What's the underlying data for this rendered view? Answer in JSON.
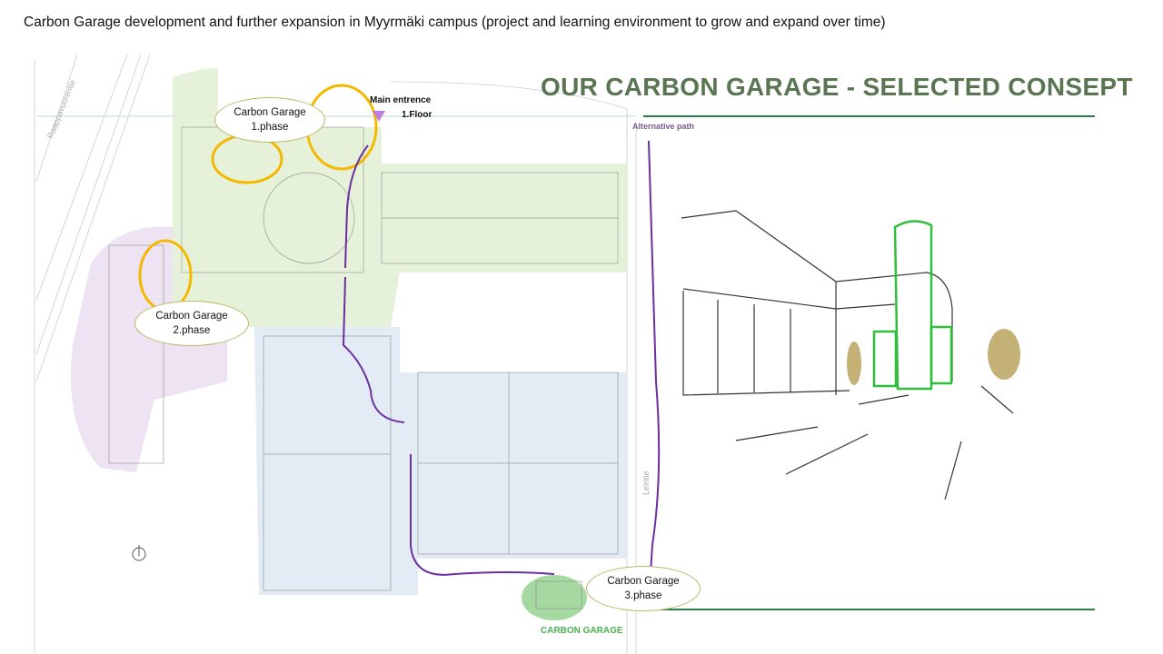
{
  "slide_title": "Carbon Garage development and further expansion in Myyrmäki campus (project and learning environment to grow and expand over time)",
  "concept_title": "OUR CARBON GARAGE - SELECTED CONSEPT",
  "plan": {
    "main_entrance": "Main entrence",
    "floor": "1.Floor",
    "alternative_path": "Alternative path",
    "carbon_garage_label": "CARBON GARAGE",
    "streets": [
      "Raappavuorentie",
      "Leiritie"
    ]
  },
  "callouts": [
    {
      "line1": "Carbon Garage",
      "line2": "1.phase"
    },
    {
      "line1": "Carbon Garage",
      "line2": "2.phase"
    },
    {
      "line1": "Carbon Garage",
      "line2": "3.phase"
    }
  ],
  "colors": {
    "phase_ring": "#f5b800",
    "path": "#6a2fa0",
    "title_green": "#5a7552",
    "garage_green": "#4caf50"
  }
}
